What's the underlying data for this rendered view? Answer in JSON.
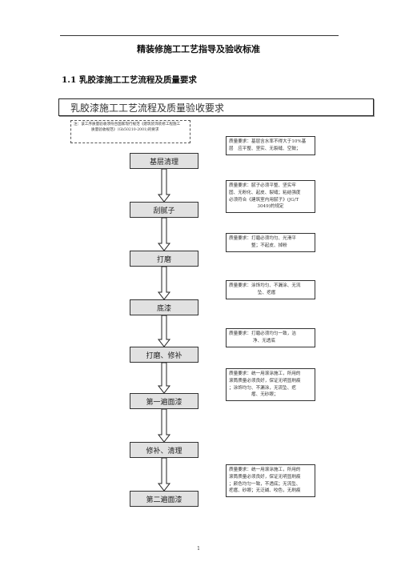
{
  "doc_title": "精装修施工工艺指导及验收标准",
  "section_heading": "1.1 乳胶漆施工工艺流程及质量要求",
  "banner_title": "乳胶漆施工工艺流程及质量验收要求",
  "note_lines": [
    "注：该工序质量验收须符合国家现行规范《建筑装饰装修工程施工",
    "质量验收规范》（Gb50210-2001)的要求"
  ],
  "steps": [
    "基层清理",
    "刮腻子",
    "打磨",
    "底漆",
    "打磨、修补",
    "第一遍面漆",
    "修补、清理",
    "第二遍面漆"
  ],
  "requirements": [
    [
      "质量要求：基层含水率不得大于10%基",
      "层　应平整、坚实、无裂缝、空鼓；"
    ],
    [
      "质量要求：腻子必须平整、坚实牢",
      "固、无粉化、起皮、裂缝；粘结强度",
      "必须符合《建筑室内用腻子》(JG/T",
      "3049)的规定"
    ],
    [
      "质量要求：打磨必须均匀、光滑平",
      "整；不起皮、掉粉"
    ],
    [
      "质量要求：涂饰均匀、不漏涂、无流",
      "坠、疙瘩"
    ],
    [
      "质量要求：打磨必须均匀一致，洁",
      "净、无透底"
    ],
    [
      "质量要求：统一用滚涂施工，所用的",
      "滚筒质量必须良好，保证无明显刷痕",
      "；涂饰均匀、不漏涂，无流坠、疙",
      "瘩、无砂眼；"
    ],
    [
      "质量要求：统一用滚涂施工，所用的",
      "滚筒质量必须良好，保证无明显刷痕",
      "；颜色均匀一致，不透底；无流坠、",
      "疙瘩、砂眼；无泛碱、咬色，无刷痕"
    ]
  ],
  "page_number": "1"
}
